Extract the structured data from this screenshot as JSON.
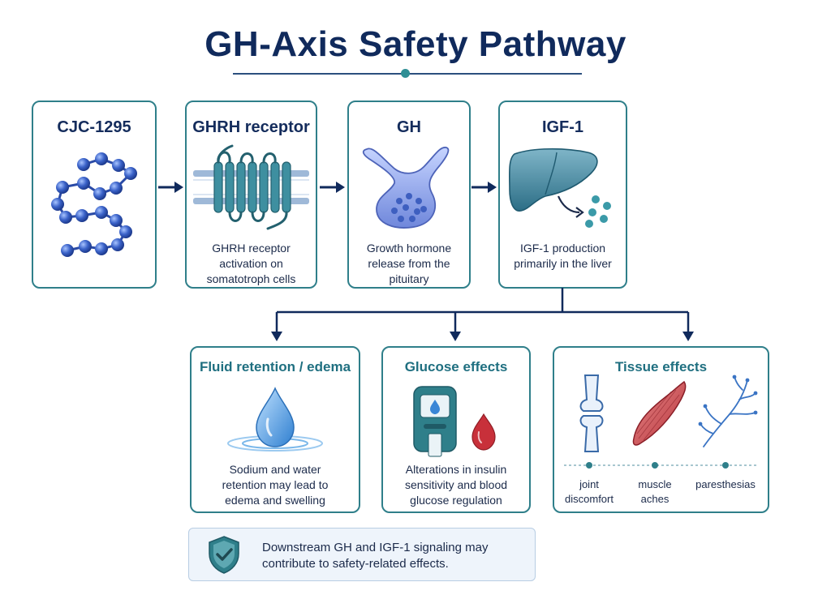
{
  "title": "GH-Axis Safety Pathway",
  "pathway": [
    {
      "title": "CJC-1295",
      "text": ""
    },
    {
      "title": "GHRH receptor",
      "text": "GHRH receptor activation on somatotroph cells"
    },
    {
      "title": "GH",
      "text": "Growth hormone release from the pituitary"
    },
    {
      "title": "IGF-1",
      "text": "IGF-1 production primarily in the liver"
    }
  ],
  "effects": [
    {
      "title": "Fluid retention / edema",
      "text": "Sodium and water retention may lead to edema and swelling"
    },
    {
      "title": "Glucose effects",
      "text": "Alterations in insulin sensitivity and blood glucose regulation"
    },
    {
      "title": "Tissue effects",
      "items": [
        {
          "label": "joint discomfort",
          "icon": "joint-icon"
        },
        {
          "label": "muscle aches",
          "icon": "muscle-icon"
        },
        {
          "label": "paresthesias",
          "icon": "nerve-icon"
        }
      ]
    }
  ],
  "footer": {
    "text": "Downstream GH and IGF-1 signaling may contribute to safety-related effects.",
    "icon": "shield-check-icon"
  },
  "colors": {
    "navy": "#102a5c",
    "teal": "#2f7f8a",
    "peptide_blue": "#3b63c9",
    "drop_red": "#c8303a"
  }
}
